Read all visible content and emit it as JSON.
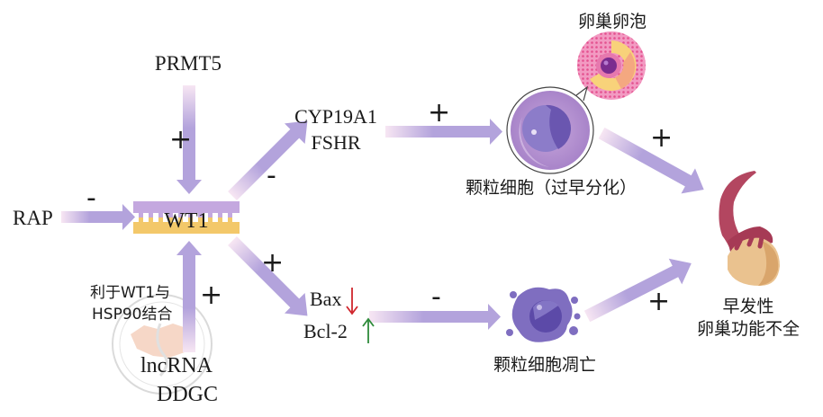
{
  "nodes": {
    "prmt5": "PRMT5",
    "rap": "RAP",
    "wt1": "WT1",
    "cyp19a1": "CYP19A1",
    "fshr": "FSHR",
    "bax": "Bax",
    "bcl2": "Bcl-2",
    "lncrna": "lncRNA",
    "ddgc": "DDGC",
    "note_line1": "利于WT1与",
    "note_line2": "HSP90结合",
    "follicle": "卵巢卵泡",
    "granulosa_diff": "颗粒细胞（过早分化）",
    "granulosa_apoptosis": "颗粒细胞凋亡",
    "poi_line1": "早发性",
    "poi_line2": "卵巢功能不全"
  },
  "edges": {
    "prmt5_to_wt1": "+",
    "rap_to_wt1": "-",
    "lncrna_to_wt1": "+",
    "wt1_to_cyp": "-",
    "wt1_to_bax": "+",
    "cyp_to_granulosa": "+",
    "bax_to_apoptosis": "-",
    "granulosa_to_poi": "+",
    "apoptosis_to_poi": "+"
  },
  "indicators": {
    "bax_direction": "down",
    "bcl2_direction": "up",
    "down_color": "#d0262d",
    "up_color": "#2e8b3a"
  },
  "colors": {
    "arrow": "#b3a3dc",
    "arrow_fade": "#f7e6f3",
    "wt1_top": "#c4a8df",
    "wt1_bottom": "#f3c86a"
  }
}
